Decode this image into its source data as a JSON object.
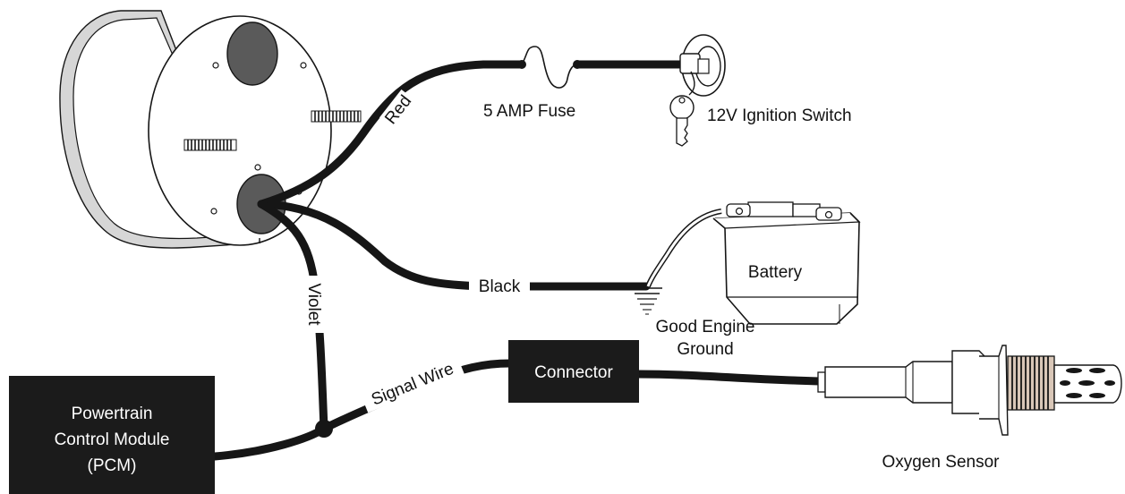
{
  "labels": {
    "red": "Red",
    "fuse": "5 AMP Fuse",
    "ignition": "12V Ignition Switch",
    "black": "Black",
    "battery": "Battery",
    "ground_line1": "Good Engine",
    "ground_line2": "Ground",
    "violet": "Violet",
    "signal_wire": "Signal Wire",
    "connector": "Connector",
    "pcm_line1": "Powertrain",
    "pcm_line2": "Control Module",
    "pcm_line3": "(PCM)",
    "oxygen_sensor": "Oxygen Sensor"
  },
  "colors": {
    "wire": "#161616",
    "box_fill": "#1b1b1b",
    "box_text": "#ffffff",
    "gauge_bezel": "#d6d6d6",
    "gauge_port": "#5a5a5a",
    "sensor_thread": "#d9c7b8"
  },
  "icons": [
    "gauge-icon",
    "fuse-icon",
    "ignition-switch-icon",
    "key-icon",
    "battery-icon",
    "ground-symbol-icon",
    "oxygen-sensor-icon"
  ]
}
